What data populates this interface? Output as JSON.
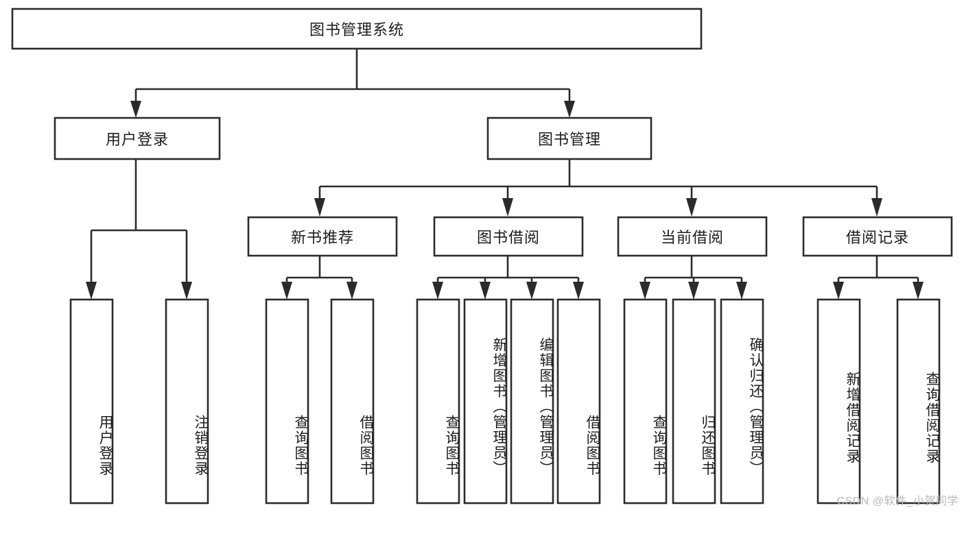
{
  "diagram": {
    "title": "图书管理系统",
    "type": "tree-hierarchy-diagram",
    "colors": {
      "stroke": "#2b2b2b",
      "fill": "#ffffff",
      "text": "#1d1d1d",
      "watermark": "#b9b9b9",
      "background": "#ffffff"
    },
    "root": {
      "label": "图书管理系统"
    },
    "level2": [
      {
        "label": "用户登录"
      },
      {
        "label": "图书管理"
      }
    ],
    "level3": [
      {
        "label": "新书推荐"
      },
      {
        "label": "图书借阅"
      },
      {
        "label": "当前借阅"
      },
      {
        "label": "借阅记录"
      }
    ],
    "leaves": {
      "user_login": [
        {
          "label": "用户登录"
        },
        {
          "label": "注销登录"
        }
      ],
      "new_book_recommend": [
        {
          "label": "查询图书"
        },
        {
          "label": "借阅图书"
        }
      ],
      "book_borrow": [
        {
          "label": "查询图书"
        },
        {
          "label": "新增图书（管理员）"
        },
        {
          "label": "编辑图书（管理员）"
        },
        {
          "label": "借阅图书"
        }
      ],
      "current_borrow": [
        {
          "label": "查询图书"
        },
        {
          "label": "归还图书"
        },
        {
          "label": "确认归还（管理员）"
        }
      ],
      "borrow_record": [
        {
          "label": "新增借阅记录"
        },
        {
          "label": "查询借阅记录"
        }
      ]
    },
    "watermark": "CSDN @软件_小贺同学"
  }
}
